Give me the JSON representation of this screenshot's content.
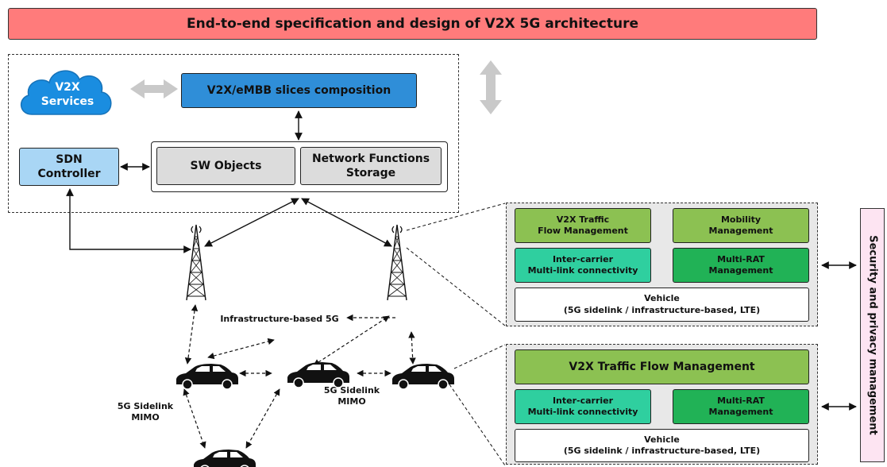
{
  "title": "End-to-end specification and design of V2X 5G architecture",
  "cloud": {
    "line1": "V2X",
    "line2": "Services"
  },
  "slices": "V2X/eMBB slices composition",
  "sdn": {
    "line1": "SDN",
    "line2": "Controller"
  },
  "sw_objects": "SW Objects",
  "nf_storage": {
    "line1": "Network Functions",
    "line2": "Storage"
  },
  "infra_label": "Infrastructure-based 5G",
  "sidelink_left": {
    "line1": "5G Sidelink",
    "line2": "MIMO"
  },
  "sidelink_right": {
    "line1": "5G Sidelink",
    "line2": "MIMO"
  },
  "panel_top": {
    "traffic": {
      "line1": "V2X Traffic",
      "line2": "Flow Management"
    },
    "mobility": {
      "line1": "Mobility",
      "line2": "Management"
    },
    "intercarrier": {
      "line1": "Inter-carrier",
      "line2": "Multi-link connectivity"
    },
    "multirat": {
      "line1": "Multi-RAT",
      "line2": "Management"
    },
    "vehicle": {
      "line1": "Vehicle",
      "line2": "(5G sidelink / infrastructure-based, LTE)"
    }
  },
  "panel_bottom": {
    "traffic": "V2X Traffic Flow Management",
    "intercarrier": {
      "line1": "Inter-carrier",
      "line2": "Multi-link connectivity"
    },
    "multirat": {
      "line1": "Multi-RAT",
      "line2": "Management"
    },
    "vehicle": {
      "line1": "Vehicle",
      "line2": "(5G sidelink / infrastructure-based, LTE)"
    }
  },
  "security": "Security and privacy management"
}
